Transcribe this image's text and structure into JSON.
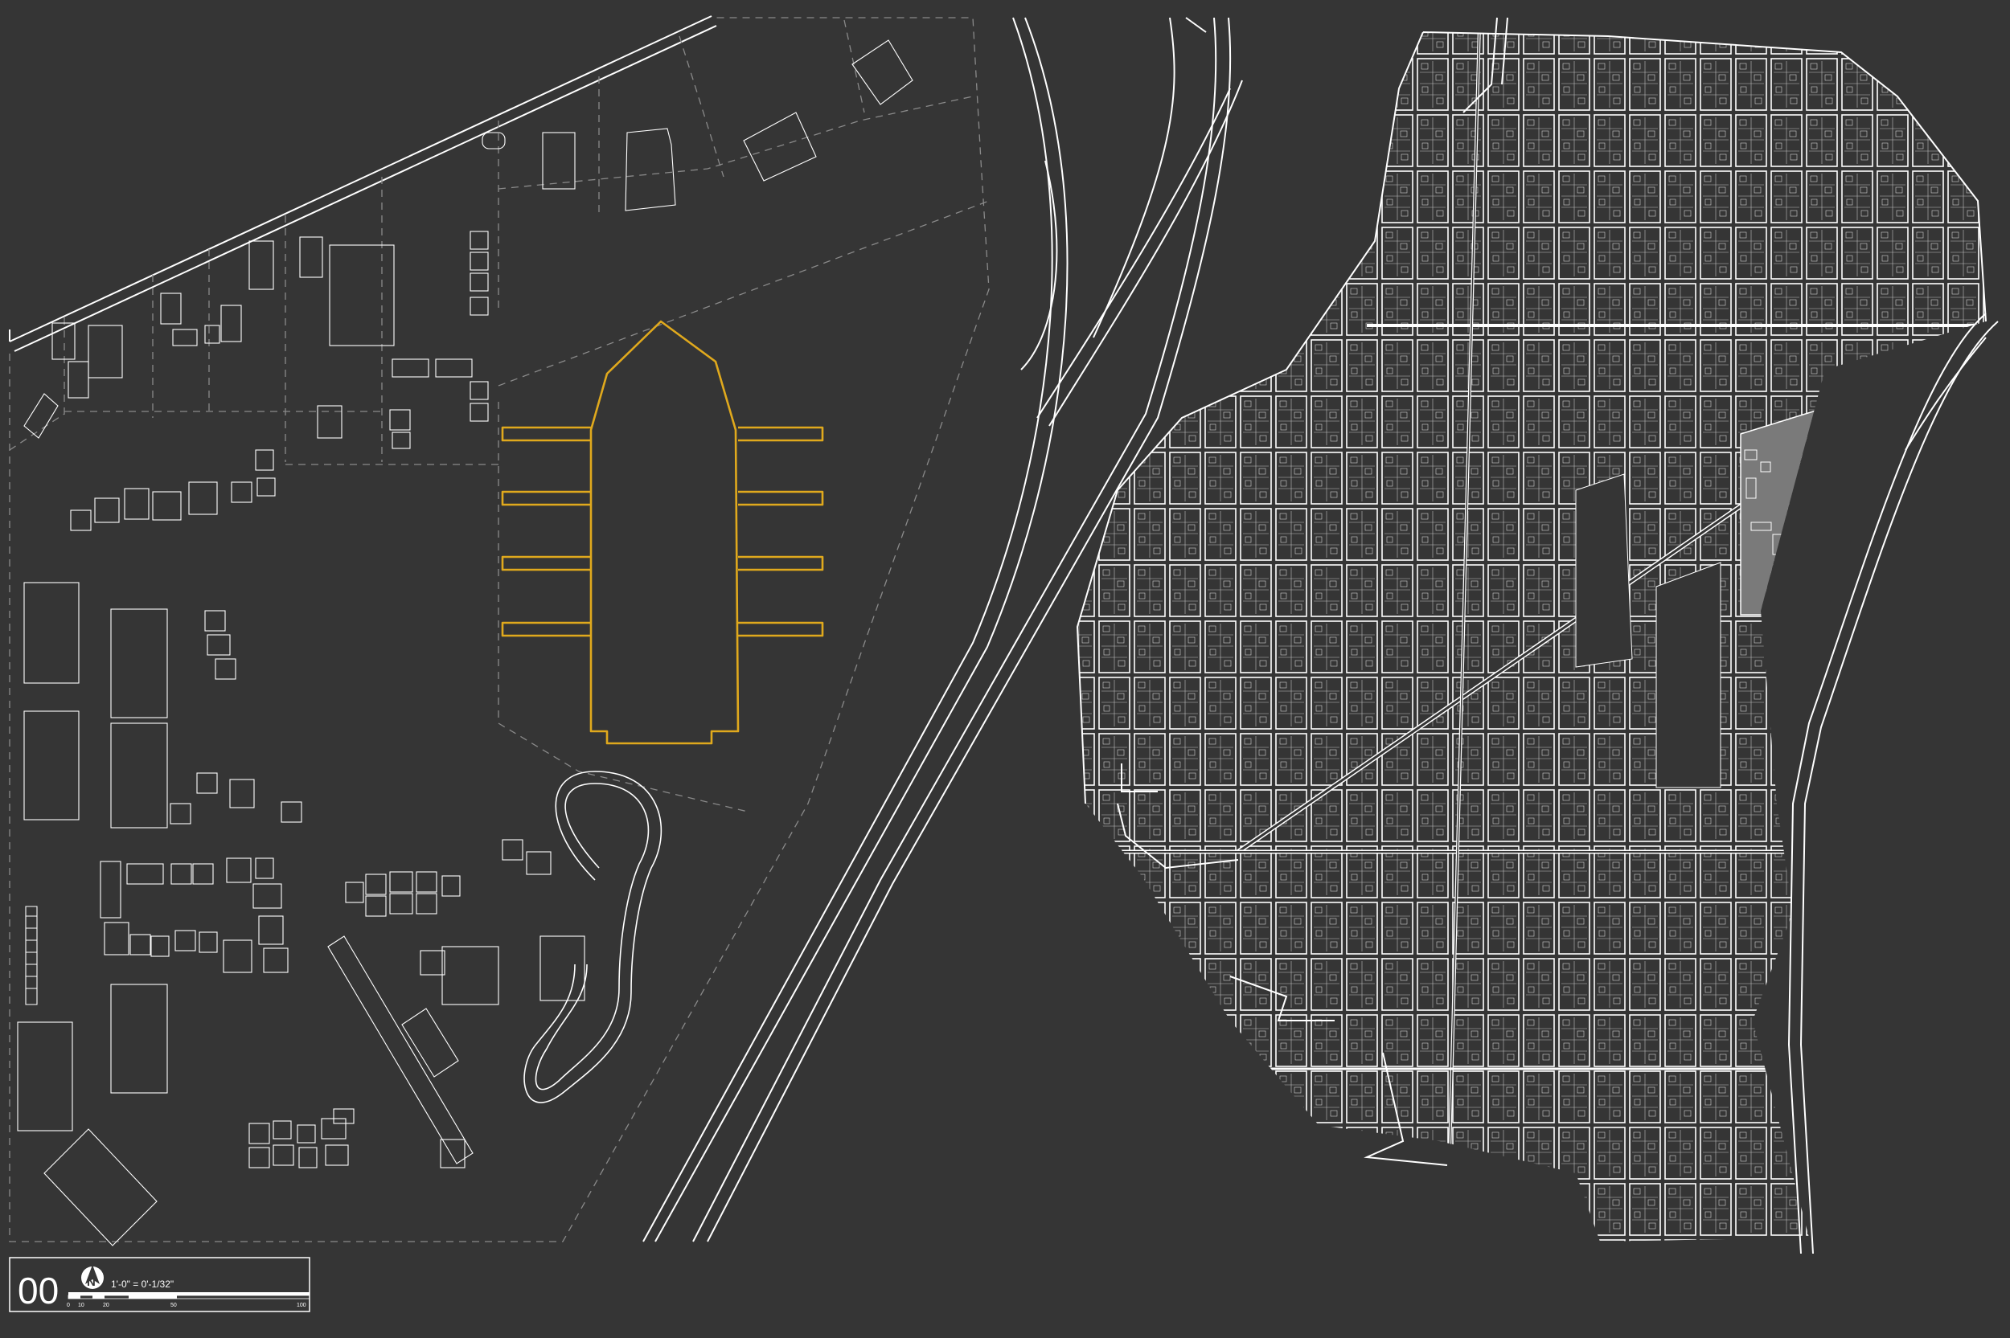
{
  "sheet": {
    "sheet_number": "00",
    "north_letter": "N",
    "scale_text": "1'-0\" = 0'-1/32\"",
    "scale_ticks": [
      "0",
      "10",
      "20",
      "50",
      "100"
    ]
  },
  "colors": {
    "background": "#353535",
    "linework": "#ffffff",
    "highlight": "#e0a91d",
    "dashed_boundary": "#8a8a8a",
    "site_fill": "#7a7a7a"
  },
  "icons": [
    "north-arrow-icon"
  ]
}
